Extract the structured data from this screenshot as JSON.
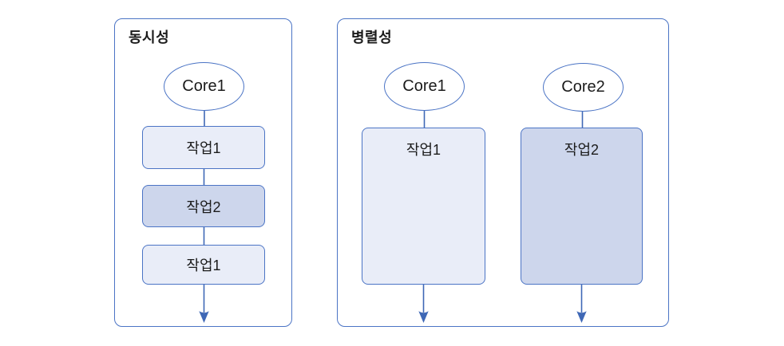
{
  "colors": {
    "border_blue": "#4b74c5",
    "line_blue": "#3f68b6",
    "task_light": "#e9edf8",
    "task_dark": "#cdd6ec",
    "ellipse_fill": "#ffffff",
    "text_dark": "#1b1b1b",
    "canvas_bg": "#ffffff"
  },
  "panels": [
    {
      "id": "concurrency",
      "title": "동시성",
      "cores": [
        {
          "label": "Core1"
        }
      ],
      "tasks": [
        {
          "label": "작업1",
          "variant": "light"
        },
        {
          "label": "작업2",
          "variant": "dark"
        },
        {
          "label": "작업1",
          "variant": "light"
        }
      ]
    },
    {
      "id": "parallelism",
      "title": "병렬성",
      "columns": [
        {
          "core": "Core1",
          "task": "작업1",
          "variant": "light"
        },
        {
          "core": "Core2",
          "task": "작업2",
          "variant": "dark"
        }
      ]
    }
  ]
}
